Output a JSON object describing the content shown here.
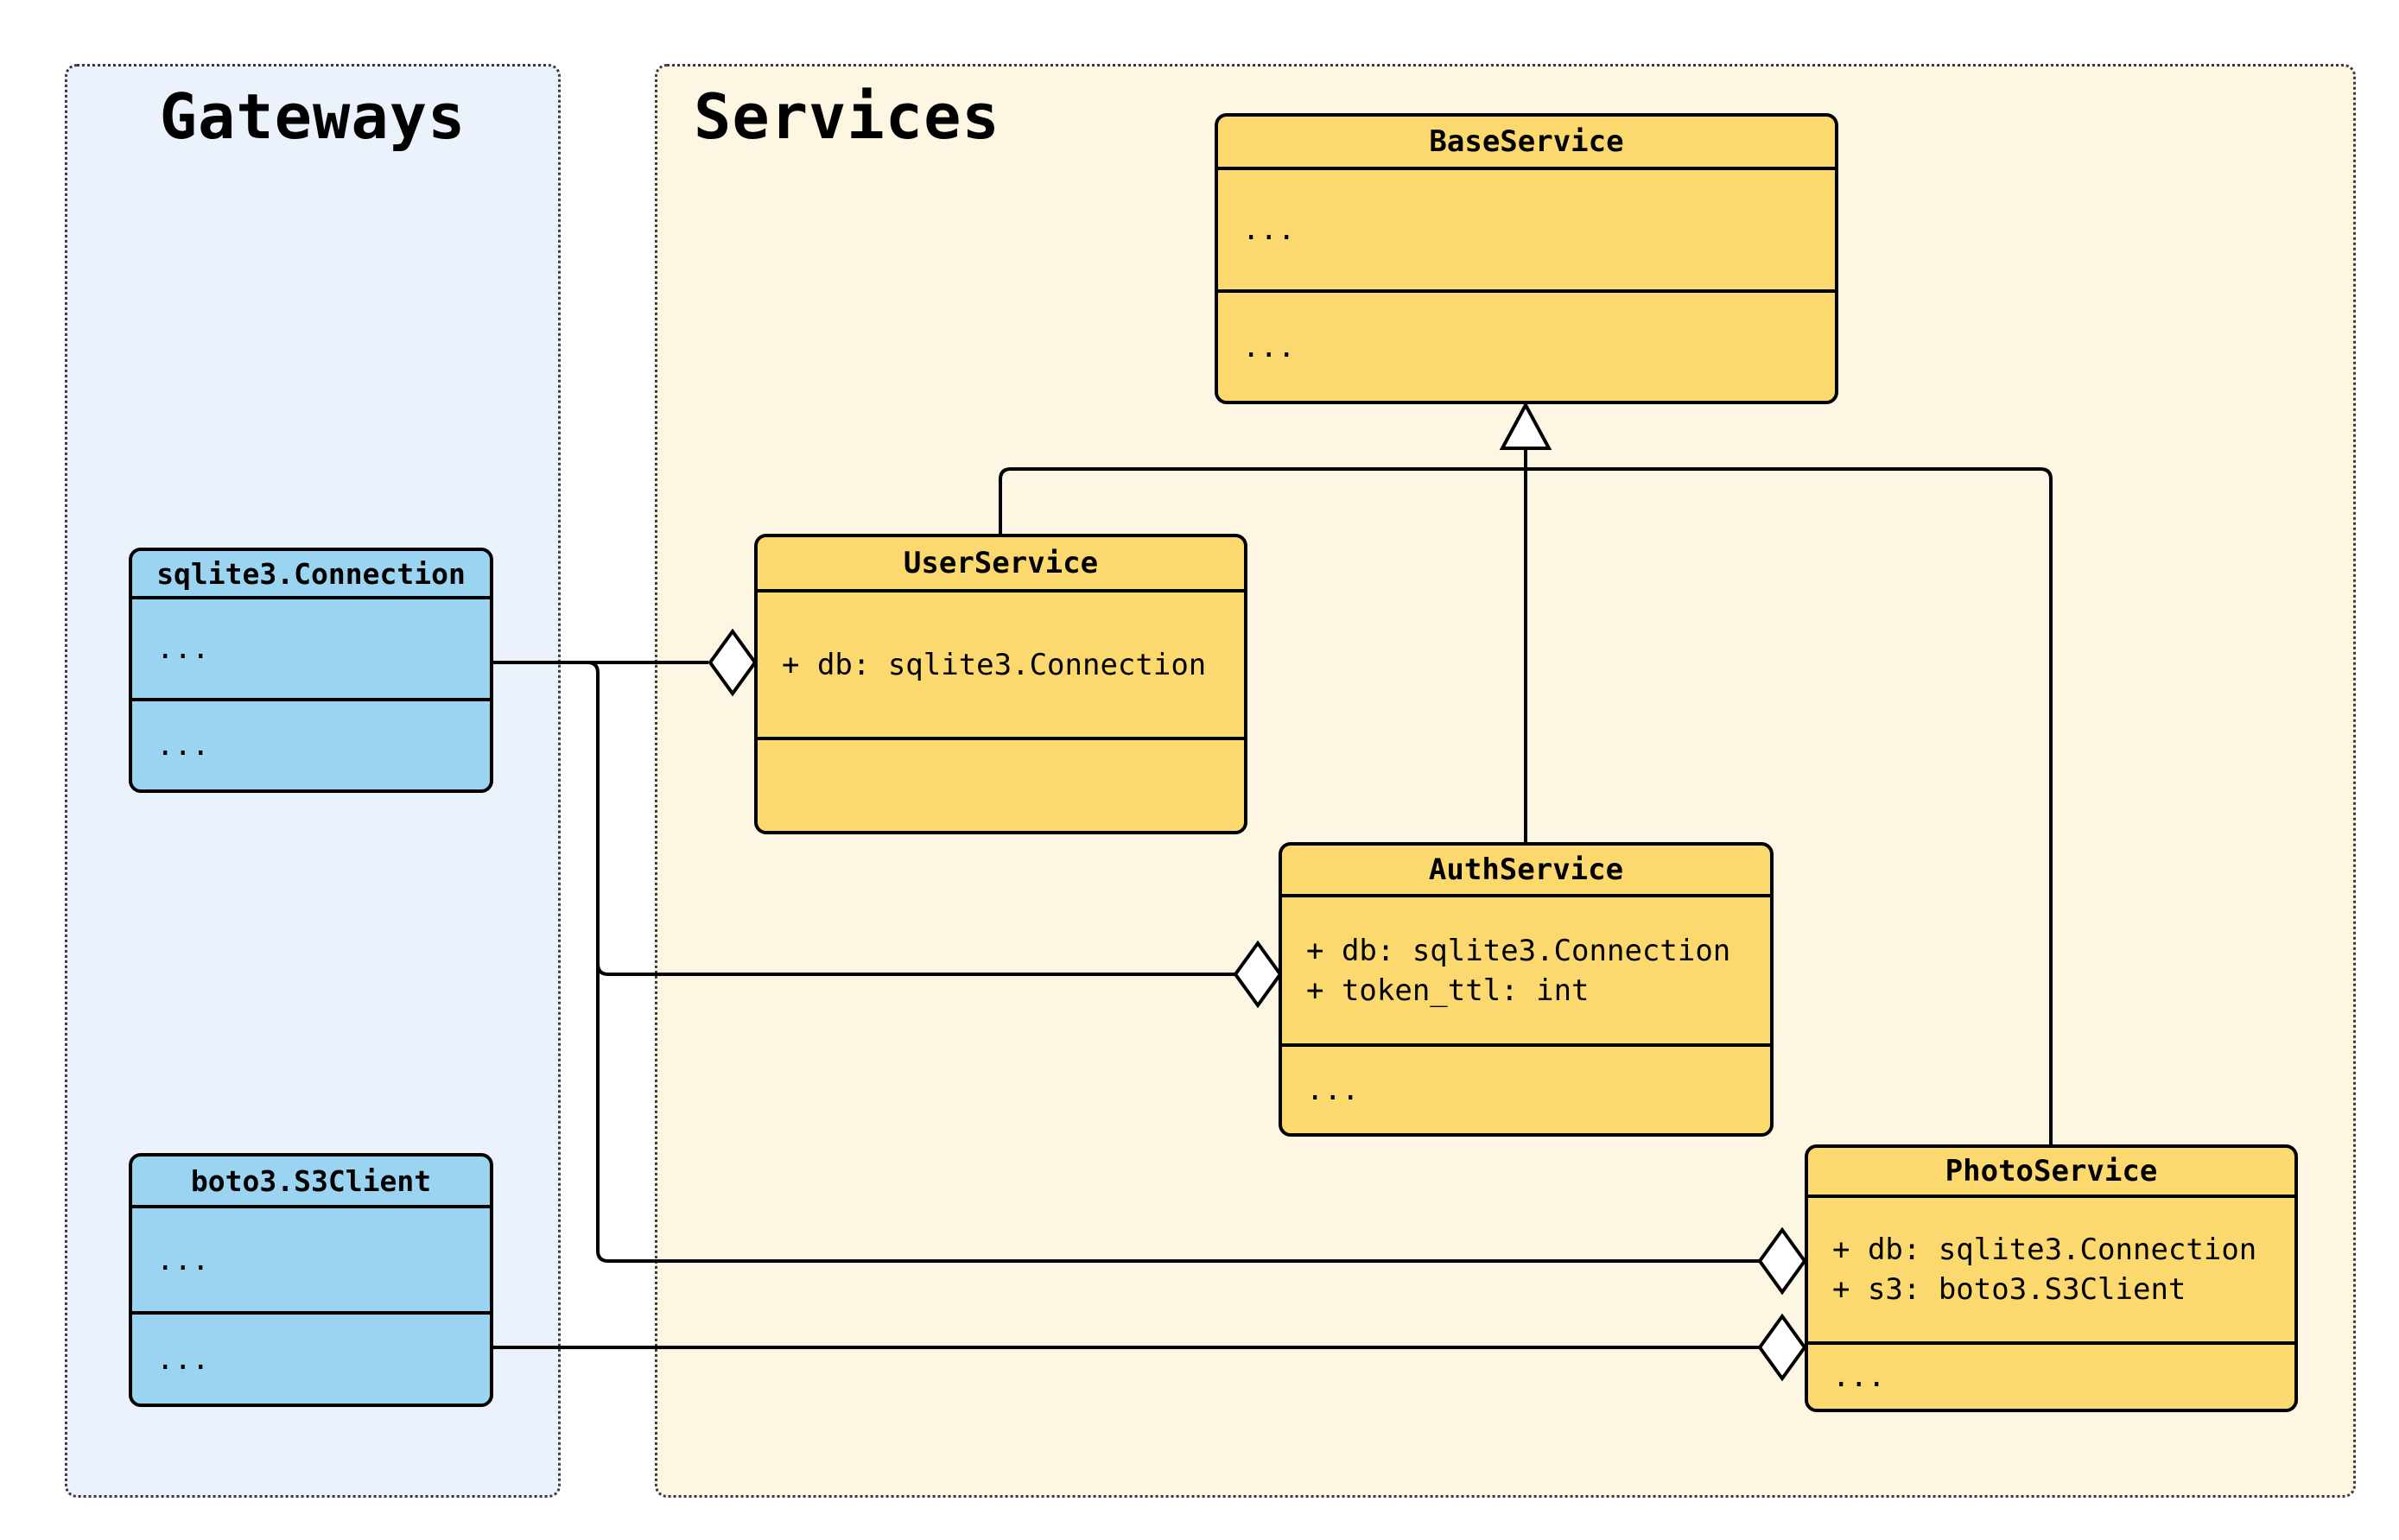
{
  "diagram": {
    "kind": "uml-class-diagram",
    "colors": {
      "page_bg": "#ffffff",
      "service_box_fill": "#FCD96E",
      "gateway_box_fill": "#9AD4F1",
      "services_panel_bg": "#FDF6E3",
      "gateways_panel_bg": "#EBF2FB",
      "line_color": "#000000"
    }
  },
  "groups": {
    "gateways": {
      "label": "Gateways"
    },
    "services": {
      "label": "Services"
    }
  },
  "classes": {
    "sqlite": {
      "name": "sqlite3.Connection",
      "attrs": [
        "..."
      ],
      "methods": [
        "..."
      ]
    },
    "boto3": {
      "name": "boto3.S3Client",
      "attrs": [
        "..."
      ],
      "methods": [
        "..."
      ]
    },
    "base": {
      "name": "BaseService",
      "attrs": [
        "..."
      ],
      "methods": [
        "..."
      ]
    },
    "user": {
      "name": "UserService",
      "attrs": [
        "+ db: sqlite3.Connection"
      ],
      "methods": []
    },
    "auth": {
      "name": "AuthService",
      "attrs": [
        "+ db: sqlite3.Connection",
        "+ token_ttl: int"
      ],
      "methods": [
        "..."
      ]
    },
    "photo": {
      "name": "PhotoService",
      "attrs": [
        "+ db: sqlite3.Connection",
        "+ s3: boto3.S3Client"
      ],
      "methods": [
        "..."
      ]
    }
  },
  "relations": [
    {
      "from": "UserService",
      "to": "BaseService",
      "type": "inheritance"
    },
    {
      "from": "AuthService",
      "to": "BaseService",
      "type": "inheritance"
    },
    {
      "from": "PhotoService",
      "to": "BaseService",
      "type": "inheritance"
    },
    {
      "from": "sqlite3.Connection",
      "to": "UserService",
      "type": "aggregation"
    },
    {
      "from": "sqlite3.Connection",
      "to": "AuthService",
      "type": "aggregation"
    },
    {
      "from": "sqlite3.Connection",
      "to": "PhotoService",
      "type": "aggregation"
    },
    {
      "from": "boto3.S3Client",
      "to": "PhotoService",
      "type": "aggregation"
    }
  ]
}
